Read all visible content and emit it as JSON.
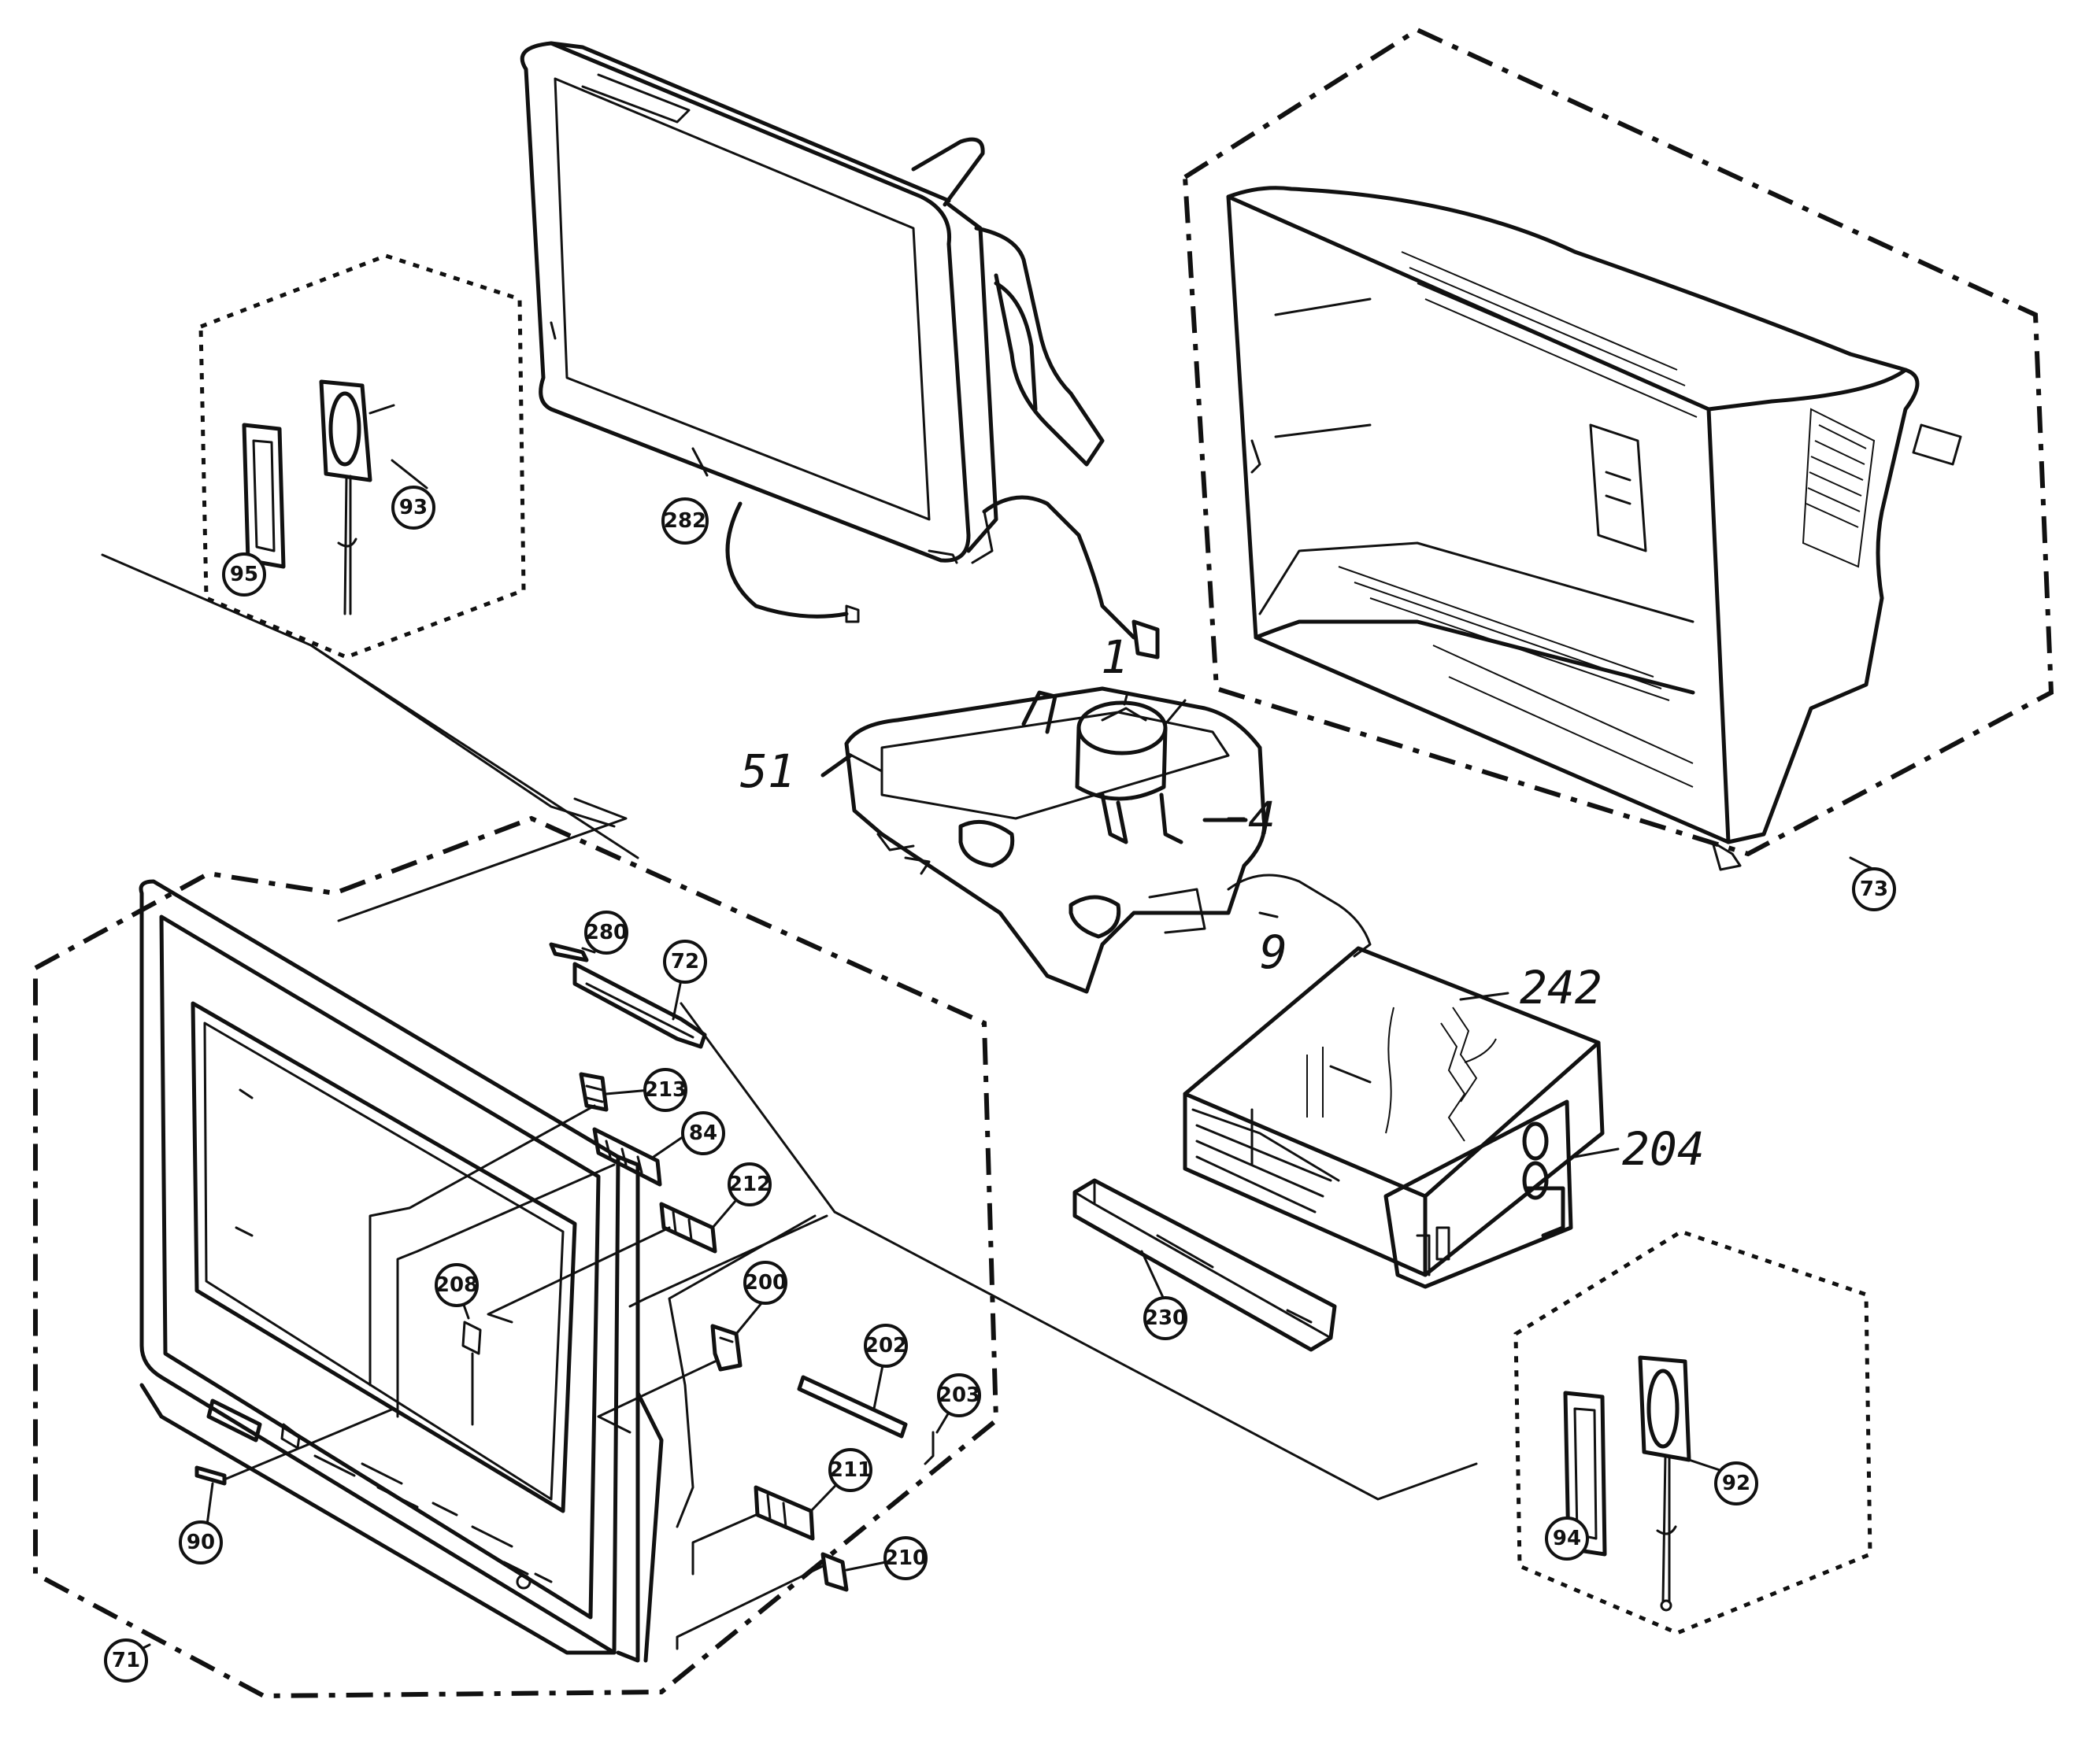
{
  "labels": {
    "l1": "1",
    "l4": "4",
    "l9": "9",
    "l51": "51",
    "l71": "71",
    "l72": "72",
    "l73": "73",
    "l84": "84",
    "l90": "90",
    "l92": "92",
    "l93": "93",
    "l94": "94",
    "l95": "95",
    "l200": "200",
    "l202": "202",
    "l203": "203",
    "l204": "204",
    "l208": "208",
    "l210": "210",
    "l211": "211",
    "l212": "212",
    "l213": "213",
    "l230": "230",
    "l242": "242",
    "l280": "280",
    "l282": "282"
  }
}
